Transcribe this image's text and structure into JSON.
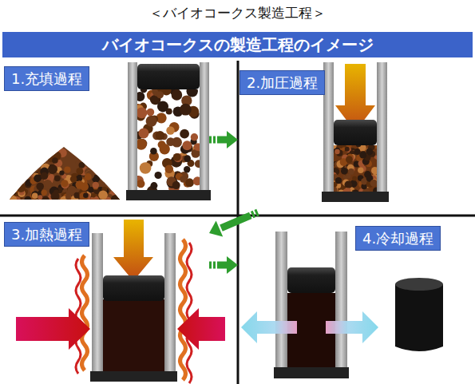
{
  "diagram": {
    "title": "＜バイオコークス製造工程＞",
    "nodes": [
      {
        "text": [
          "バイオコークスの製造工程のイメージ"
        ]
      },
      {
        "text": [
          "1.充填過程"
        ]
      },
      {
        "text": [
          "2.加圧過程"
        ]
      },
      {
        "text": [
          "3.加熱過程"
        ]
      },
      {
        "text": [
          "4.冷却過程"
        ]
      }
    ],
    "edges": [
      {
        "from": 1,
        "to": 2,
        "arrow": "to"
      },
      {
        "from": 2,
        "to": 3,
        "arrow": "to"
      },
      {
        "from": 3,
        "to": 4,
        "arrow": "to"
      }
    ]
  }
}
